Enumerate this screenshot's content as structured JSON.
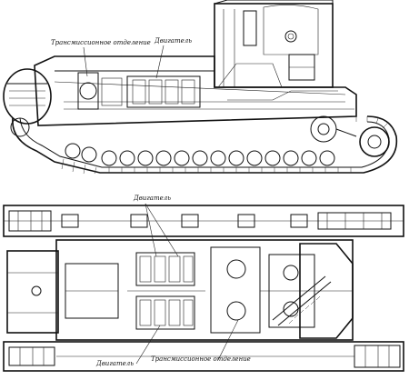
{
  "side_view": {
    "label_transmission": "Трансмиссионное отделение",
    "label_engine": "Двигатель"
  },
  "plan_view": {
    "label_engine_top": "Двигатель",
    "label_engine_bottom": "Двигатель",
    "label_transmission": "Трансмиссионное отделение"
  }
}
